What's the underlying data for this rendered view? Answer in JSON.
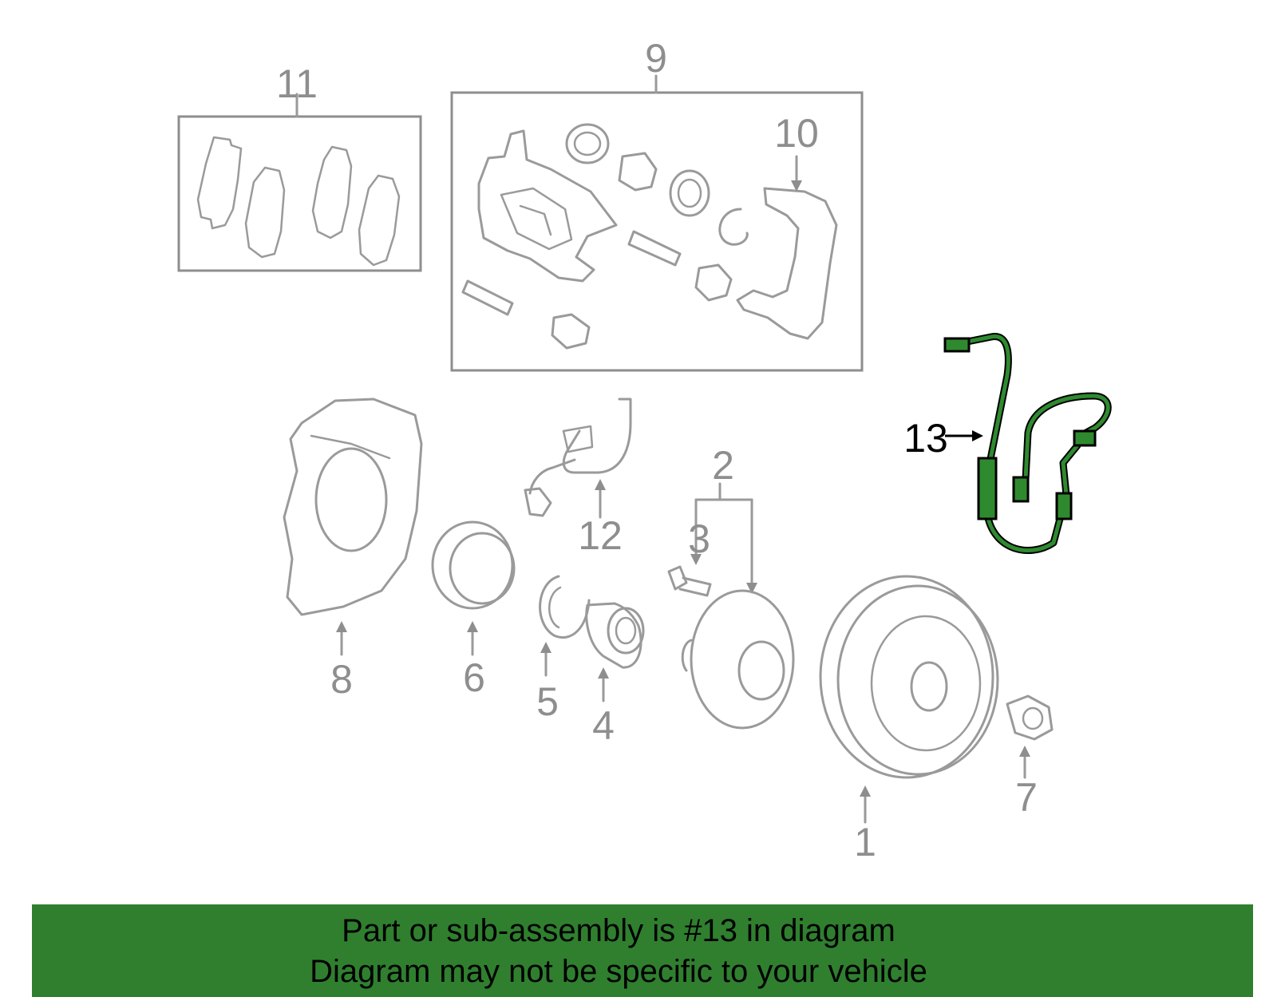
{
  "callouts": {
    "c1": "1",
    "c2": "2",
    "c3": "3",
    "c4": "4",
    "c5": "5",
    "c6": "6",
    "c7": "7",
    "c8": "8",
    "c9": "9",
    "c10": "10",
    "c11": "11",
    "c12": "12",
    "c13": "13"
  },
  "highlight_part": "13",
  "colors": {
    "highlight": "#2f7f2f",
    "part_line": "#9a9a9a",
    "label": "#8e8e8e"
  },
  "banner": {
    "line1": "Part or sub-assembly is #13 in diagram",
    "line2": "Diagram may not be specific to your vehicle"
  }
}
